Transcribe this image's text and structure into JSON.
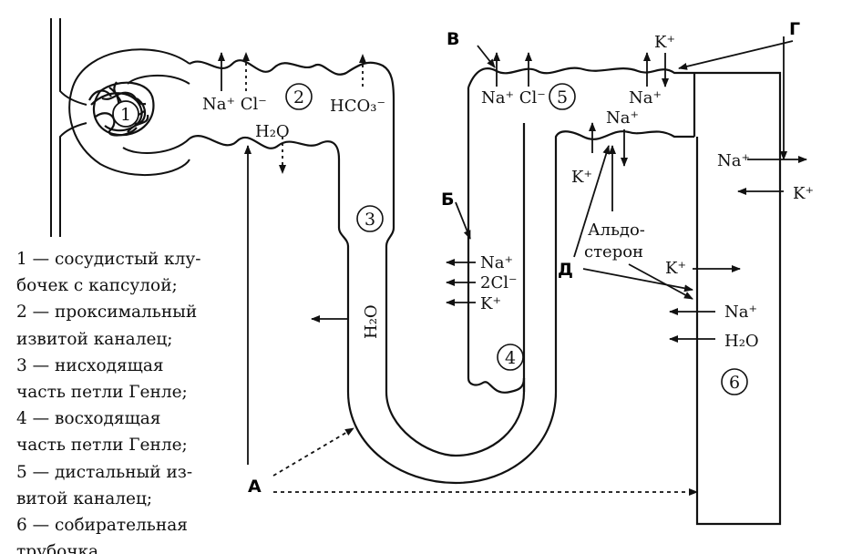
{
  "segments": {
    "n1": "1",
    "n2": "2",
    "n3": "3",
    "n4": "4",
    "n5": "5",
    "n6": "6"
  },
  "letters": {
    "A": "А",
    "B": "Б",
    "V": "В",
    "G": "Г",
    "D": "Д"
  },
  "ions": {
    "na_prox": "Na⁺ Cl⁻",
    "h2o_prox": "H₂O",
    "hco3": "HCO₃⁻",
    "h2o_desc": "H₂O",
    "na_asc": "Na⁺",
    "cl_asc": "2Cl⁻",
    "k_asc": "K⁺",
    "na_dist": "Na⁺ Cl⁻",
    "k_top": "K⁺",
    "na_top": "Na⁺",
    "na_mid": "Na⁺",
    "k_mid": "K⁺",
    "aldo1": "Альдо-",
    "aldo2": "стерон",
    "na_coll": "Na⁺",
    "k_coll": "K⁺",
    "k_coll2": "K⁺",
    "na_coll2": "Na⁺",
    "h2o_coll": "H₂O"
  },
  "legend": [
    "1 — сосудистый клу-",
    "бочек с капсулой;",
    "2 — проксимальный",
    "извитой каналец;",
    "3 — нисходящая",
    "часть петли Генле;",
    "4 — восходящая",
    "часть петли Генле;",
    "5 — дистальный из-",
    "витой каналец;",
    "6 — собирательная",
    "трубочка."
  ]
}
